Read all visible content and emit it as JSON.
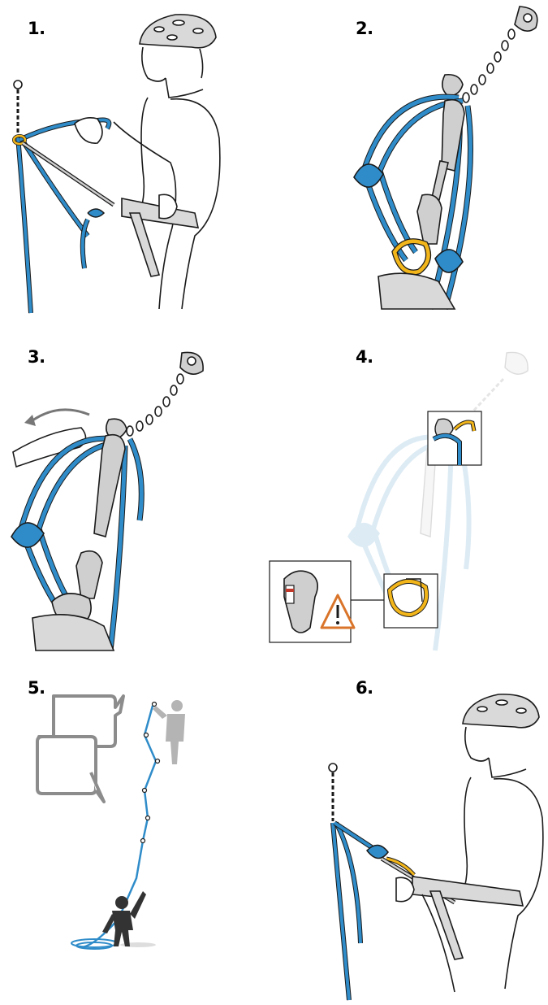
{
  "steps": [
    {
      "label": "1."
    },
    {
      "label": "2."
    },
    {
      "label": "3."
    },
    {
      "label": "4."
    },
    {
      "label": "5."
    },
    {
      "label": "6."
    }
  ],
  "colors": {
    "rope": "#2f8cc9",
    "rope_faded": "#bcd8ea",
    "carabiner_locking": "#f2b51a",
    "metal": "#cfcfcf",
    "outline": "#1a1a1a",
    "helmet": "#d9d9d9",
    "warning": "#d9742a",
    "ghost_figure": "#b4b4b4",
    "dark_figure": "#333333",
    "speech_bubble": "#8c8c8c"
  },
  "icons": [
    "anchor-icon",
    "chain-icon",
    "carabiner-icon",
    "warning-icon",
    "speech-bubble-icon",
    "climber-icon"
  ]
}
